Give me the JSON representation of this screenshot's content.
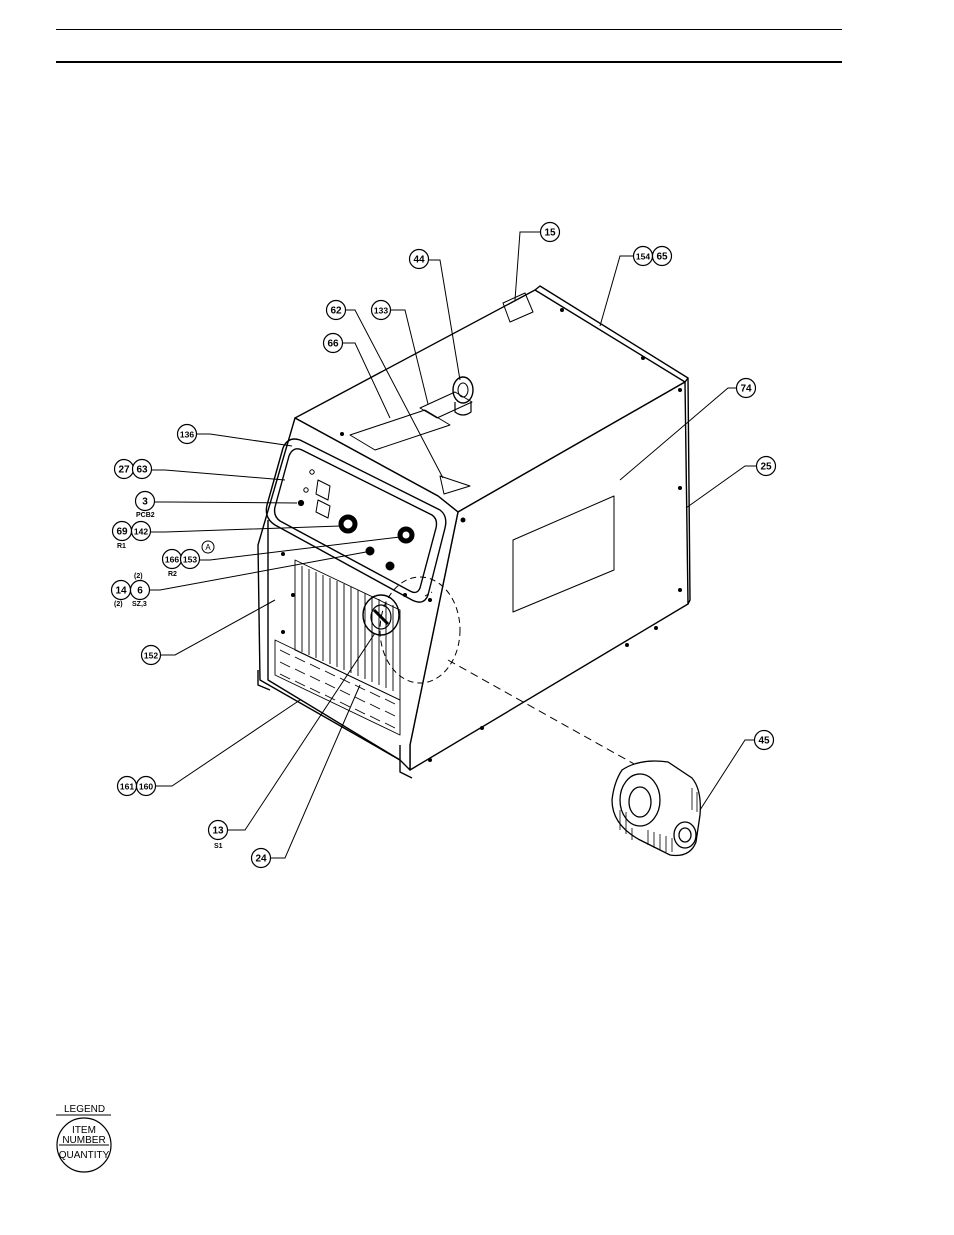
{
  "balloons": [
    {
      "id": "15",
      "label": "15"
    },
    {
      "id": "44",
      "label": "44"
    },
    {
      "id": "154",
      "label": "154"
    },
    {
      "id": "65",
      "label": "65"
    },
    {
      "id": "62",
      "label": "62"
    },
    {
      "id": "133",
      "label": "133"
    },
    {
      "id": "66",
      "label": "66"
    },
    {
      "id": "74",
      "label": "74"
    },
    {
      "id": "136",
      "label": "136"
    },
    {
      "id": "25",
      "label": "25"
    },
    {
      "id": "27",
      "label": "27"
    },
    {
      "id": "63",
      "label": "63"
    },
    {
      "id": "3",
      "label": "3"
    },
    {
      "id": "69",
      "label": "69"
    },
    {
      "id": "142",
      "label": "142"
    },
    {
      "id": "166",
      "label": "166"
    },
    {
      "id": "153",
      "label": "153"
    },
    {
      "id": "A",
      "label": "A"
    },
    {
      "id": "14",
      "label": "14"
    },
    {
      "id": "6",
      "label": "6"
    },
    {
      "id": "152",
      "label": "152"
    },
    {
      "id": "161",
      "label": "161"
    },
    {
      "id": "160",
      "label": "160"
    },
    {
      "id": "13",
      "label": "13"
    },
    {
      "id": "24",
      "label": "24"
    },
    {
      "id": "45",
      "label": "45"
    }
  ],
  "sublabels": {
    "pcb2": "PCB2",
    "r1": "R1",
    "r2": "R2",
    "qty_2_top": "(2)",
    "qty_2_bottom": "(2)",
    "sz3": "SZ,3",
    "s1": "S1"
  },
  "legend": {
    "title": "LEGEND",
    "item_line1": "ITEM",
    "item_line2": "NUMBER",
    "quantity": "QUANTITY"
  }
}
